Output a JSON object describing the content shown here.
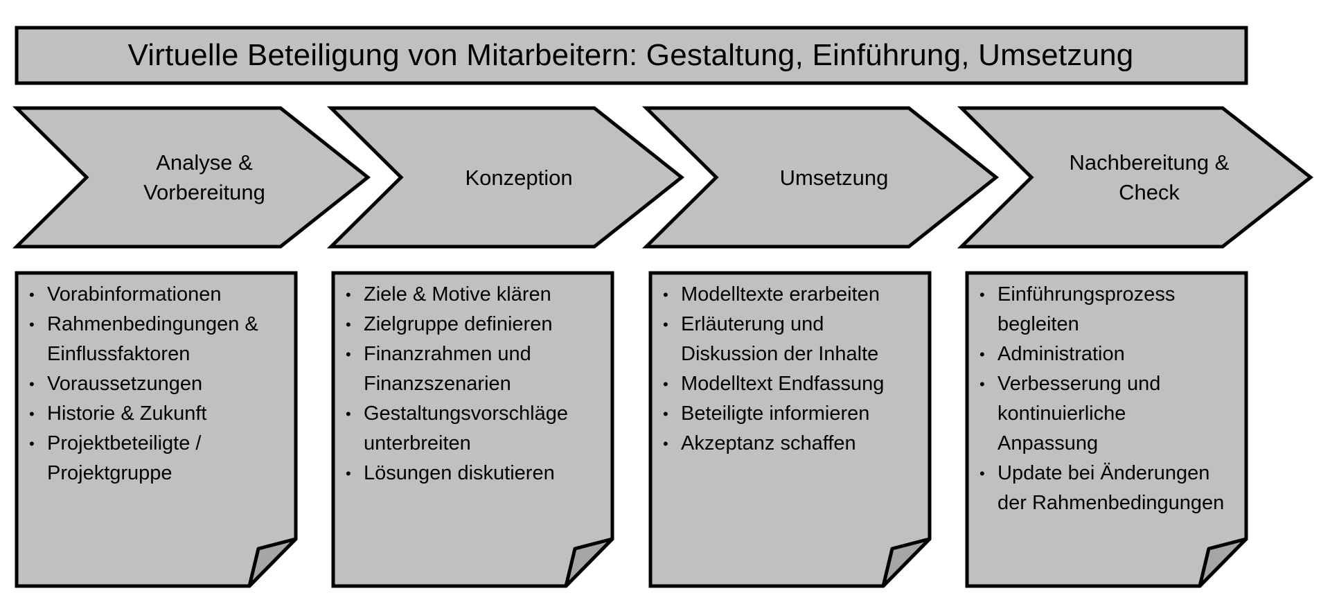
{
  "title": "Virtuelle Beteiligung von Mitarbeitern: Gestaltung, Einführung, Umsetzung",
  "colors": {
    "fill": "#c0c0c0",
    "fold": "#a6a6a6",
    "stroke": "#000000",
    "background": "#ffffff"
  },
  "phases": [
    {
      "label": "Analyse & Vorbereitung",
      "items": [
        "Vorabinformationen",
        "Rahmenbedingungen & Einflussfaktoren",
        "Voraussetzungen",
        "Historie & Zukunft",
        "Projektbeteiligte / Projektgruppe"
      ]
    },
    {
      "label": "Konzeption",
      "items": [
        "Ziele & Motive klären",
        "Zielgruppe definieren",
        "Finanzrahmen und Finanzszenarien",
        "Gestaltungsvorschläge unterbreiten",
        "Lösungen diskutieren"
      ]
    },
    {
      "label": "Umsetzung",
      "items": [
        "Modelltexte erarbeiten",
        "Erläuterung und Diskussion der Inhalte",
        "Modelltext Endfassung",
        "Beteiligte informieren",
        "Akzeptanz schaffen"
      ]
    },
    {
      "label": "Nachbereitung & Check",
      "items": [
        "Einführungsprozess begleiten",
        "Administration",
        "Verbesserung und kontinuierliche Anpassung",
        "Update bei Änderungen der Rahmenbedingungen"
      ]
    }
  ],
  "bullet_glyph": "•"
}
